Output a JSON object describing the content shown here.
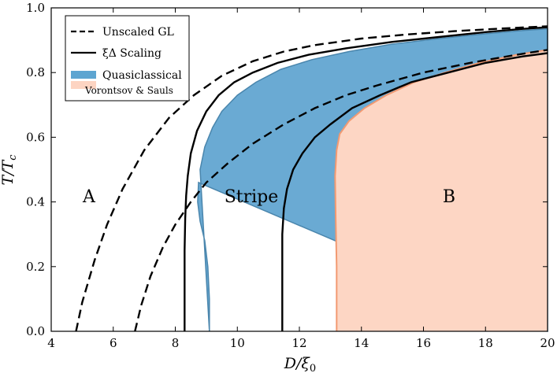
{
  "chart_data": {
    "type": "area",
    "xlabel": "D/ξ0",
    "ylabel": "T/Tc",
    "xlim": [
      4,
      20
    ],
    "ylim": [
      0.0,
      1.0
    ],
    "xticks": [
      "4",
      "6",
      "8",
      "10",
      "12",
      "14",
      "16",
      "18",
      "20"
    ],
    "yticks": [
      "0.0",
      "0.2",
      "0.4",
      "0.6",
      "0.8",
      "1.0"
    ],
    "grid": false,
    "legend_position": "top-left",
    "legend": [
      {
        "label": "Unscaled GL",
        "style": "dashed"
      },
      {
        "label": "ξΔ Scaling",
        "style": "solid"
      },
      {
        "label": "Quasiclassical",
        "style": "fill",
        "color": "#5da5d1"
      },
      {
        "label": "Vorontsov & Sauls",
        "style": "fill",
        "color": "#fdd4c2"
      }
    ],
    "colors": {
      "stripe_fill": "#6aaad3",
      "stripe_edge": "#4a86ad",
      "b_fill": "#fdd6c4",
      "b_edge": "#f29a72",
      "line": "#000000"
    },
    "region_labels": {
      "A": "A",
      "stripe": "Stripe",
      "B": "B"
    },
    "series": [
      {
        "name": "Unscaled GL",
        "style": "dashed",
        "x": [
          4.8,
          5.0,
          5.4,
          5.8,
          6.3,
          7.0,
          7.8,
          8.6,
          9.5,
          10.5,
          11.5,
          12.5,
          14.0,
          15.5,
          17.0,
          18.5,
          20.0
        ],
        "y": [
          0.0,
          0.09,
          0.22,
          0.33,
          0.44,
          0.56,
          0.66,
          0.73,
          0.79,
          0.835,
          0.865,
          0.885,
          0.905,
          0.918,
          0.928,
          0.936,
          0.943
        ]
      },
      {
        "name": "Unscaled GL",
        "style": "dashed",
        "x": [
          6.7,
          6.9,
          7.2,
          7.6,
          8.0,
          8.5,
          9.0,
          9.7,
          10.5,
          11.5,
          12.5,
          13.5,
          14.5,
          16.0,
          17.5,
          19.0,
          20.0
        ],
        "y": [
          0.0,
          0.08,
          0.17,
          0.26,
          0.33,
          0.4,
          0.46,
          0.52,
          0.58,
          0.64,
          0.69,
          0.73,
          0.76,
          0.8,
          0.83,
          0.855,
          0.87
        ]
      },
      {
        "name": "ξΔ Scaling",
        "style": "solid",
        "x": [
          8.3,
          8.3,
          8.32,
          8.35,
          8.4,
          8.5,
          8.7,
          9.0,
          9.4,
          9.9,
          10.5,
          11.3,
          12.3,
          13.5,
          15.0,
          16.5,
          18.0,
          19.2,
          20.0
        ],
        "y": [
          0.0,
          0.25,
          0.35,
          0.42,
          0.48,
          0.55,
          0.62,
          0.68,
          0.73,
          0.77,
          0.8,
          0.83,
          0.855,
          0.875,
          0.895,
          0.91,
          0.925,
          0.935,
          0.94
        ]
      },
      {
        "name": "ξΔ Scaling",
        "style": "solid",
        "x": [
          11.45,
          11.45,
          11.5,
          11.6,
          11.8,
          12.1,
          12.5,
          13.0,
          13.7,
          14.6,
          15.6,
          16.8,
          18.0,
          19.2,
          20.0
        ],
        "y": [
          0.0,
          0.3,
          0.38,
          0.44,
          0.5,
          0.55,
          0.6,
          0.64,
          0.69,
          0.73,
          0.77,
          0.8,
          0.83,
          0.85,
          0.86
        ]
      },
      {
        "name": "Quasiclassical",
        "style": "fill",
        "upper_x": [
          8.8,
          8.95,
          9.2,
          9.5,
          10.0,
          10.6,
          11.4,
          12.4,
          13.6,
          15.0,
          16.5,
          18.0,
          19.2,
          20.0
        ],
        "upper_y": [
          0.5,
          0.57,
          0.63,
          0.68,
          0.73,
          0.77,
          0.81,
          0.84,
          0.865,
          0.888,
          0.905,
          0.92,
          0.93,
          0.935
        ],
        "lower_x": [
          9.1,
          9.1,
          9.05,
          8.95,
          8.8,
          8.72,
          8.75
        ],
        "lower_y": [
          0.0,
          0.1,
          0.2,
          0.28,
          0.34,
          0.4,
          0.46
        ]
      },
      {
        "name": "Vorontsov & Sauls",
        "style": "fill",
        "x": [
          13.2,
          13.2,
          13.17,
          13.15,
          13.2,
          13.3,
          13.6,
          14.1,
          14.8,
          15.7,
          16.7,
          17.8,
          19.0,
          20.0
        ],
        "y": [
          0.0,
          0.2,
          0.35,
          0.48,
          0.56,
          0.61,
          0.65,
          0.69,
          0.73,
          0.77,
          0.8,
          0.83,
          0.855,
          0.87
        ]
      }
    ]
  }
}
